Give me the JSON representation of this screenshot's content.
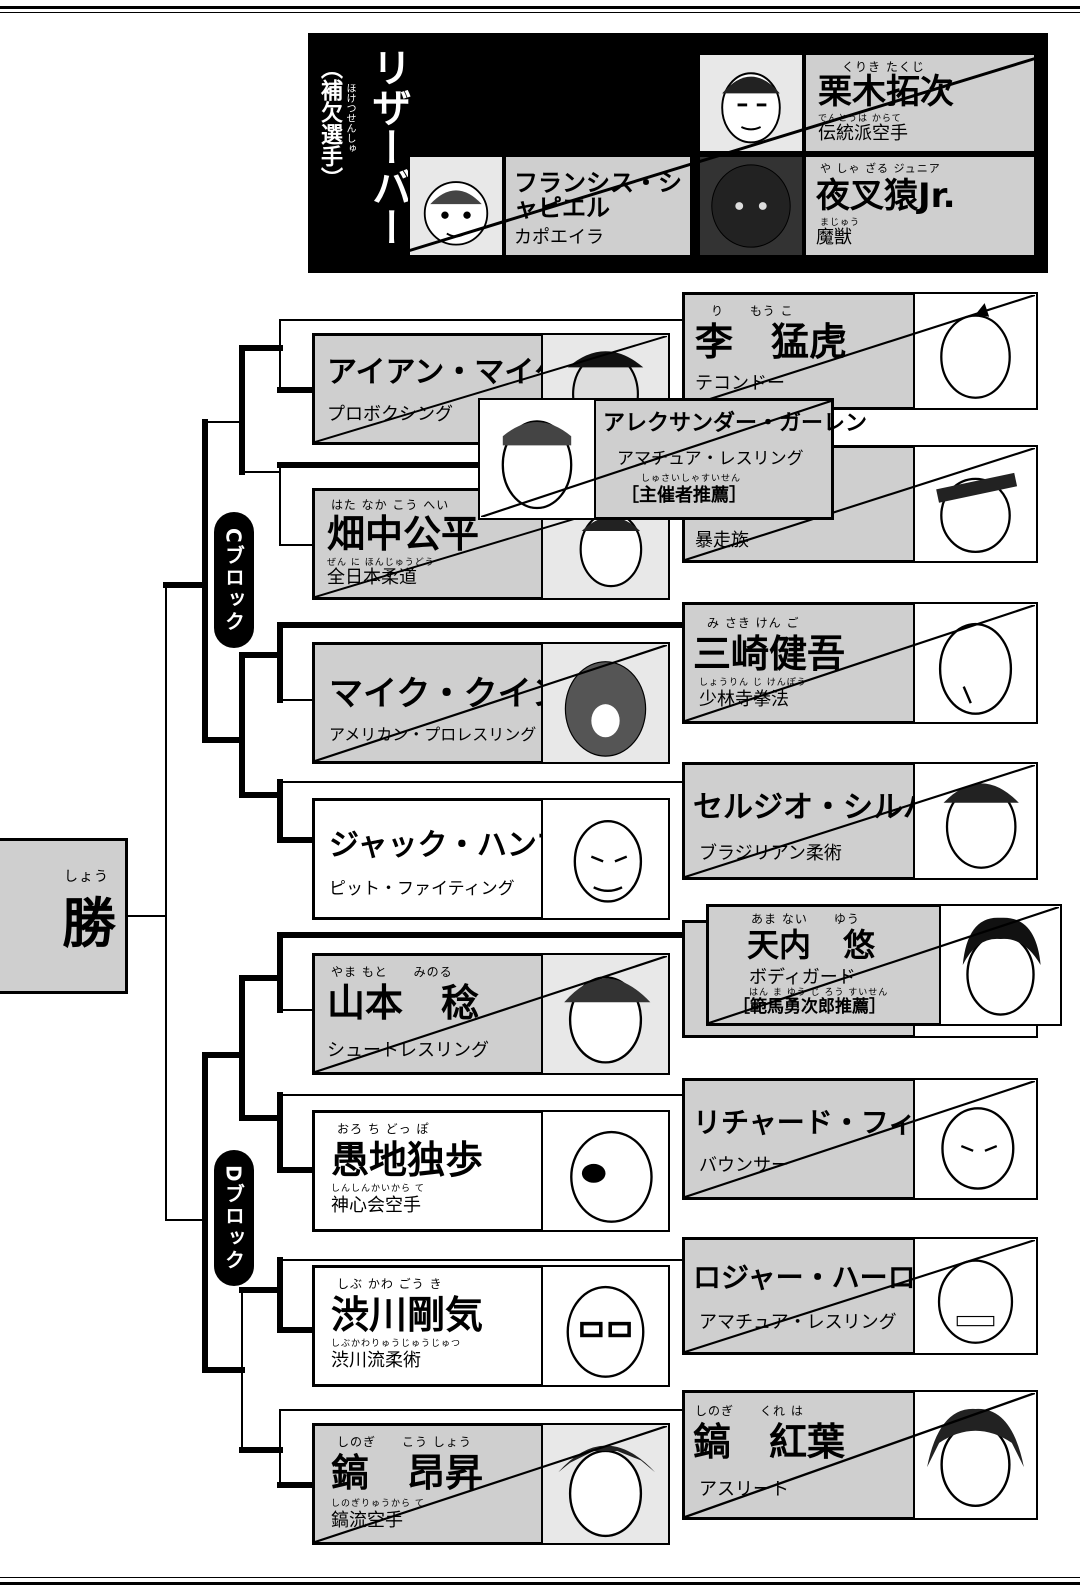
{
  "reserve": {
    "title": "リザーバー",
    "subtitle": "（補欠選手）",
    "subtitle_ruby": "ほけつせんしゅ",
    "fighters": [
      {
        "ruby": "くりき たくじ",
        "name": "栗木拓次",
        "style_ruby": "でんとうは からて",
        "style": "伝統派空手"
      },
      {
        "ruby": "",
        "name": "フランシス・シャピエル",
        "style_ruby": "",
        "style": "カポエイラ"
      },
      {
        "ruby": "や しゃ ざる ジュニア",
        "name": "夜叉猿Jr.",
        "style_ruby": "まじゅう",
        "style": "魔獣"
      }
    ]
  },
  "blocks": {
    "c_label": "Cブロック",
    "d_label": "Dブロック"
  },
  "winner": {
    "ruby": "しょう",
    "label": "勝"
  },
  "left_column": [
    {
      "ruby": "",
      "name": "アイアン・マイケル",
      "style_ruby": "",
      "style": "プロボクシング"
    },
    {
      "ruby": "はた なか こう へい",
      "name": "畑中公平",
      "style_ruby": "ぜん に ほんじゅうどう",
      "style": "全日本柔道"
    },
    {
      "ruby": "",
      "name": "マイク・クイン",
      "style_ruby": "",
      "style": "アメリカン・プロレスリング"
    },
    {
      "ruby": "",
      "name": "ジャック・ハンマー",
      "style_ruby": "",
      "style": "ピット・ファイティング"
    },
    {
      "ruby": "やま もと　　みのる",
      "name": "山本　稔",
      "style_ruby": "",
      "style": "シュートレスリング"
    },
    {
      "ruby": "おろ ち どっ ぽ",
      "name": "愚地独歩",
      "style_ruby": "しんしんかいから て",
      "style": "神心会空手"
    },
    {
      "ruby": "しぶ かわ ごう き",
      "name": "渋川剛気",
      "style_ruby": "しぶかわりゅうじゅうじゅつ",
      "style": "渋川流柔術"
    },
    {
      "ruby": "しのぎ　　こう しょう",
      "name": "鎬　昂昇",
      "style_ruby": "しのぎりゅうから て",
      "style": "鎬流空手"
    }
  ],
  "right_column": [
    {
      "ruby": "り　　もう こ",
      "name": "李　猛虎",
      "style_ruby": "",
      "style": "テコンドー"
    },
    {
      "ruby": "",
      "name": "",
      "style_ruby": "",
      "style": "暴走族"
    },
    {
      "ruby": "み さき けん ご",
      "name": "三崎健吾",
      "style_ruby": "しょうりん じ けんぽう",
      "style": "少林寺拳法"
    },
    {
      "ruby": "",
      "name": "セルジオ・シルバ",
      "style_ruby": "",
      "style": "ブラジリアン柔術"
    },
    {
      "ruby": "",
      "name": "",
      "style_ruby": "",
      "style": ""
    },
    {
      "ruby": "",
      "name": "リチャード・フィルス",
      "style_ruby": "",
      "style": "バウンサー"
    },
    {
      "ruby": "",
      "name": "ロジャー・ハーロン",
      "style_ruby": "",
      "style": "アマチュア・レスリング"
    },
    {
      "ruby": "しのぎ　　くれ は",
      "name": "鎬　紅葉",
      "style_ruby": "",
      "style": "アスリート"
    }
  ],
  "overlays": [
    {
      "ruby": "",
      "name": "アレクサンダー・ガーレン",
      "style": "アマチュア・レスリング",
      "note_ruby": "しゅさいしゃすいせん",
      "note": "［主催者推薦］"
    },
    {
      "ruby": "あま ない　　ゆう",
      "name": "天内　悠",
      "style": "ボディガード",
      "note_ruby": "はん ま ゆう じ ろう すいせん",
      "note": "［範馬勇次郎推薦］"
    }
  ]
}
